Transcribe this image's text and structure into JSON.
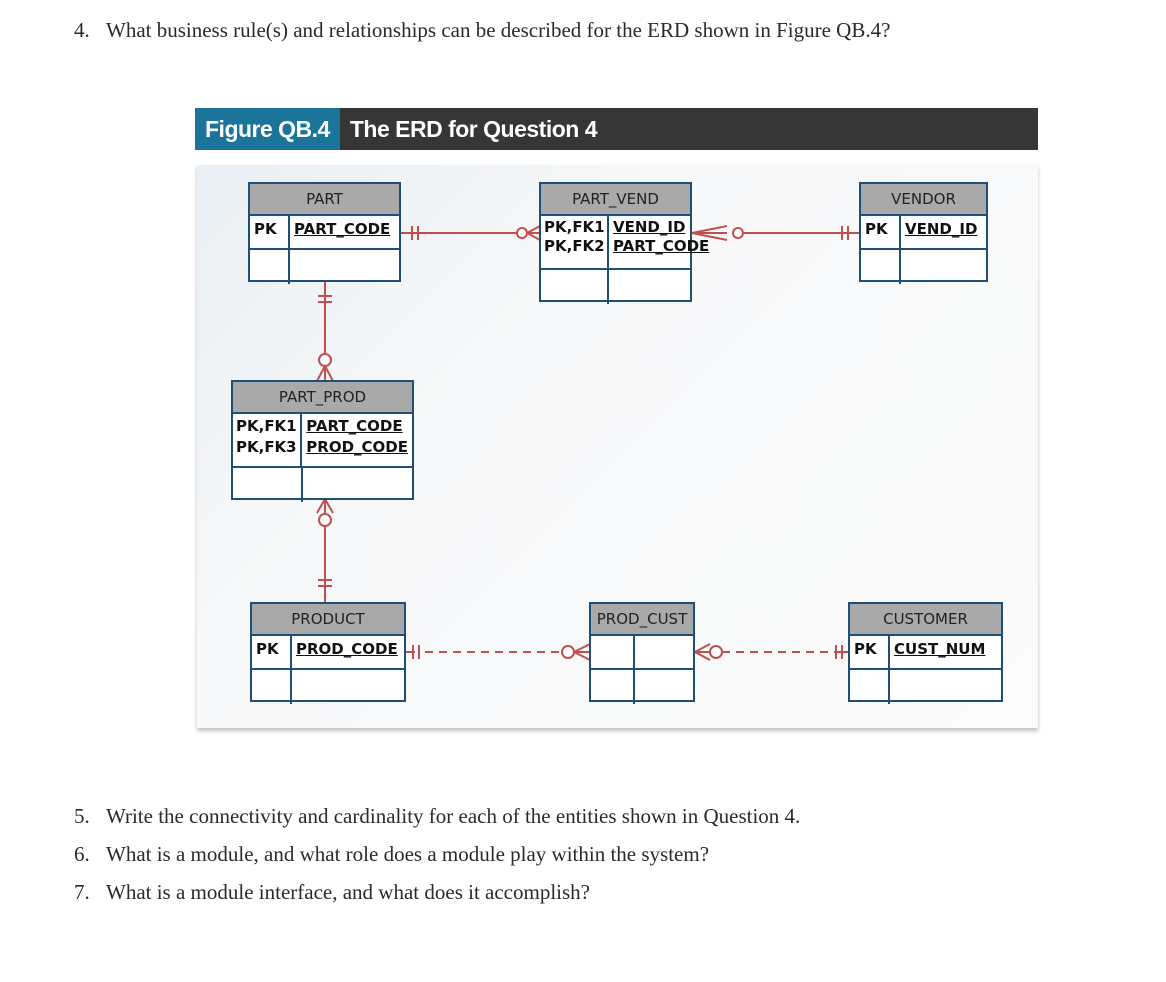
{
  "document": {
    "questions": [
      {
        "number": "4.",
        "text": "What business rule(s) and relationships can be described for the ERD shown in Figure QB.4?"
      },
      {
        "number": "5.",
        "text": "Write the connectivity and cardinality for each of the entities shown in Question 4."
      },
      {
        "number": "6.",
        "text": "What is a module, and what role does a module play within the system?"
      },
      {
        "number": "7.",
        "text": "What is a module interface, and what does it accomplish?"
      }
    ],
    "figure": {
      "label": "Figure QB.4",
      "title": "The ERD for Question 4",
      "label_color": "#1b7499",
      "header_color": "#363636"
    },
    "colors": {
      "entity_border": "#1d4f79",
      "entity_header": "#a9a9a9",
      "relationship_line": "#c0504d"
    }
  },
  "erd": {
    "entities": {
      "part": {
        "name": "PART",
        "keys": [
          "PK"
        ],
        "attributes": [
          "PART_CODE"
        ]
      },
      "part_vend": {
        "name": "PART_VEND",
        "keys": [
          "PK,FK1",
          "PK,FK2"
        ],
        "attributes": [
          "VEND_ID",
          "PART_CODE"
        ]
      },
      "vendor": {
        "name": "VENDOR",
        "keys": [
          "PK"
        ],
        "attributes": [
          "VEND_ID"
        ]
      },
      "part_prod": {
        "name": "PART_PROD",
        "keys": [
          "PK,FK1",
          "PK,FK3"
        ],
        "attributes": [
          "PART_CODE",
          "PROD_CODE"
        ]
      },
      "product": {
        "name": "PRODUCT",
        "keys": [
          "PK"
        ],
        "attributes": [
          "PROD_CODE"
        ]
      },
      "prod_cust": {
        "name": "PROD_CUST",
        "keys": [],
        "attributes": []
      },
      "customer": {
        "name": "CUSTOMER",
        "keys": [
          "PK"
        ],
        "attributes": [
          "CUST_NUM"
        ]
      }
    },
    "relationships": [
      {
        "from": "PART",
        "to": "PART_VEND",
        "from_end": "one-and-only-one",
        "to_end": "zero-or-many",
        "style": "solid"
      },
      {
        "from": "VENDOR",
        "to": "PART_VEND",
        "from_end": "one-and-only-one",
        "to_end": "zero-or-many",
        "style": "solid"
      },
      {
        "from": "PART",
        "to": "PART_PROD",
        "from_end": "one-and-only-one",
        "to_end": "zero-or-many",
        "style": "solid"
      },
      {
        "from": "PRODUCT",
        "to": "PART_PROD",
        "from_end": "one-and-only-one",
        "to_end": "zero-or-many",
        "style": "solid"
      },
      {
        "from": "PRODUCT",
        "to": "PROD_CUST",
        "from_end": "one-and-only-one",
        "to_end": "zero-or-many",
        "style": "dashed"
      },
      {
        "from": "CUSTOMER",
        "to": "PROD_CUST",
        "from_end": "one-and-only-one",
        "to_end": "zero-or-many",
        "style": "dashed"
      }
    ]
  }
}
